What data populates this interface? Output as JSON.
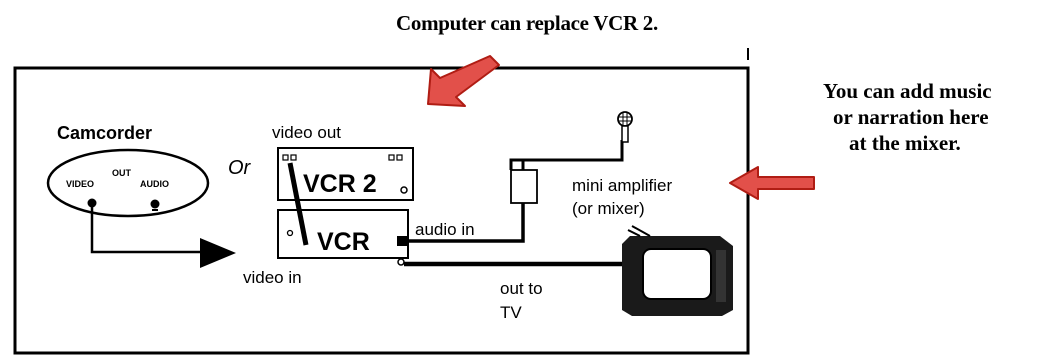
{
  "captions": {
    "top": "Computer can replace VCR 2.",
    "side_lines": [
      "You can add music",
      "or narration here",
      "at the mixer."
    ]
  },
  "labels": {
    "camcorder": "Camcorder",
    "out": "OUT",
    "video": "VIDEO",
    "audio": "AUDIO",
    "or": "Or",
    "video_out": "video out",
    "vcr2": "VCR 2",
    "vcr": "VCR",
    "audio_in": "audio in",
    "video_in": "video in",
    "mini_amp_line1": "mini amplifier",
    "mini_amp_line2": "(or mixer)",
    "out_to_tv_line1": "out to",
    "out_to_tv_line2": "TV"
  },
  "icons": [
    "microphone-icon",
    "tv-icon",
    "red-arrow-icon"
  ],
  "colors": {
    "arrow_fill": "#e2504a",
    "arrow_stroke": "#b01d14",
    "line": "#000000"
  }
}
